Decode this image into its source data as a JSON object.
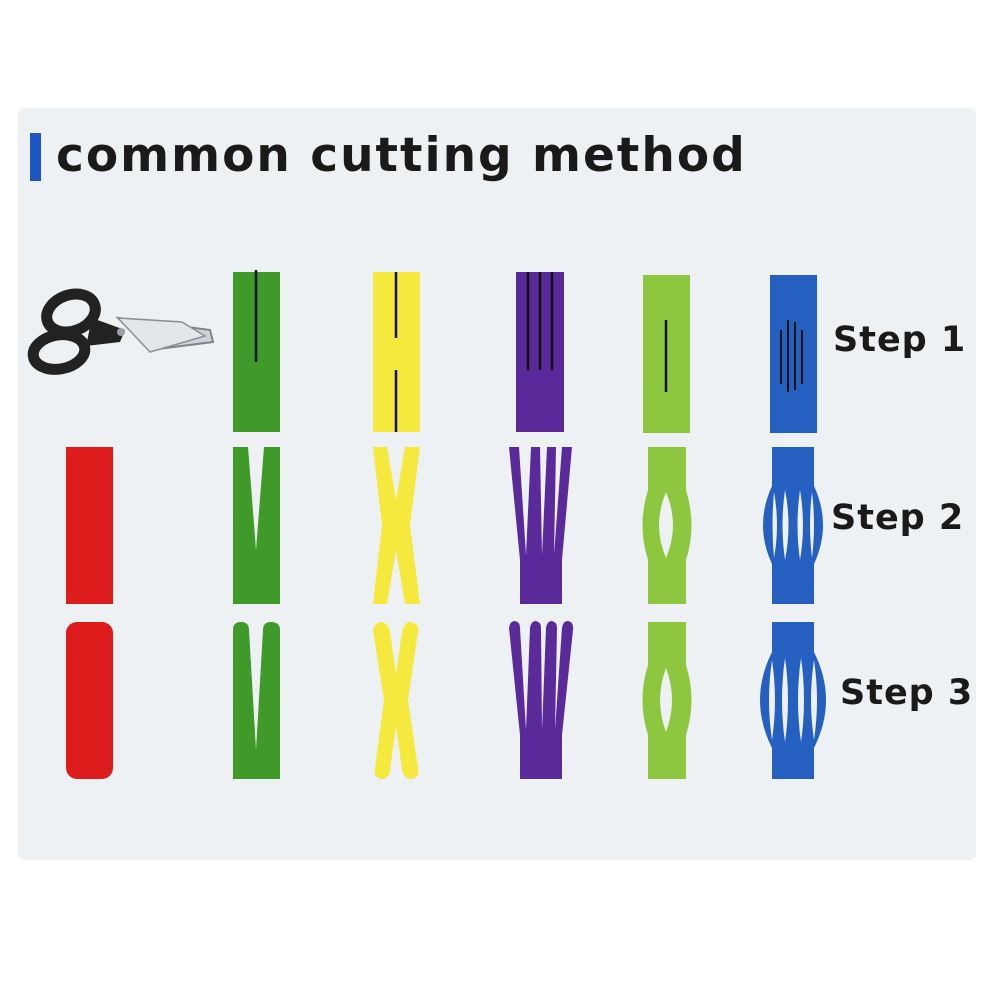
{
  "title": "common cutting method",
  "steps": [
    "Step 1",
    "Step 2",
    "Step 3"
  ],
  "colors": {
    "panel": "#eef1f3",
    "title_bar": "#1f55c4",
    "red": "#dd1c1c",
    "green": "#3f9a2a",
    "yellow": "#f4e93c",
    "purple": "#5b2a9a",
    "lime": "#8dc63f",
    "blue": "#2560c0",
    "scissor_handle": "#222222",
    "scissor_blade": "#cfd3d8"
  },
  "icons": [
    "scissors-icon"
  ],
  "tapes": [
    {
      "name": "red",
      "cut": "I-strip"
    },
    {
      "name": "green",
      "cut": "Y-strip"
    },
    {
      "name": "yellow",
      "cut": "X-strip"
    },
    {
      "name": "purple",
      "cut": "fan"
    },
    {
      "name": "lime",
      "cut": "donut"
    },
    {
      "name": "blue",
      "cut": "web"
    }
  ]
}
